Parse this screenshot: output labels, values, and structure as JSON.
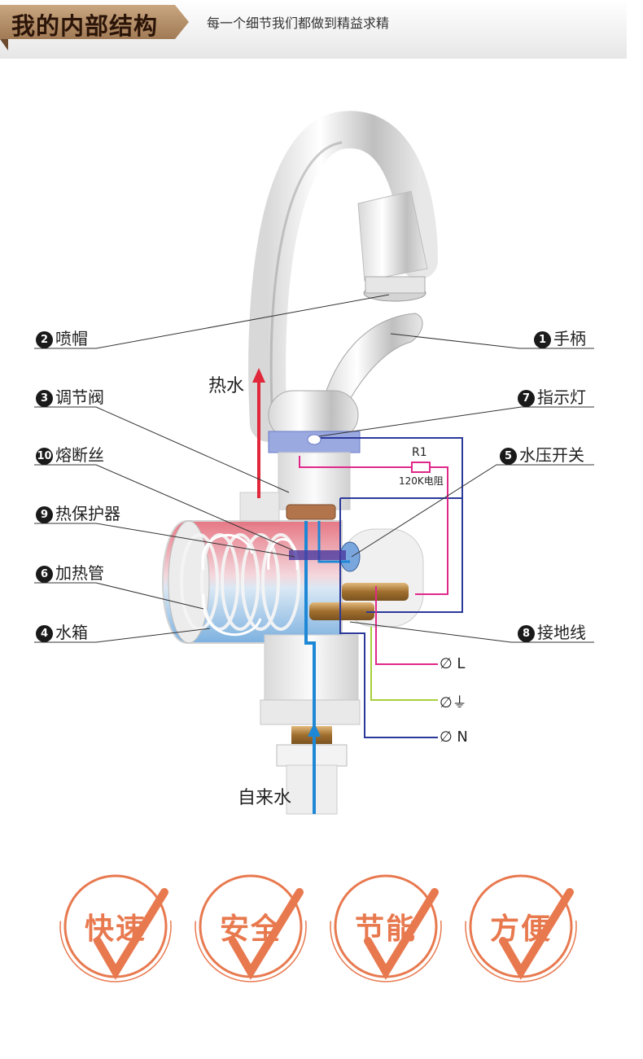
{
  "header": {
    "title": "我的内部结构",
    "subtitle": "每一个细节我们都做到精益求精"
  },
  "labels": [
    {
      "num": "2",
      "text": "喷帽"
    },
    {
      "num": "1",
      "text": "手柄"
    },
    {
      "num": "7",
      "text": "指示灯"
    },
    {
      "num": "3",
      "text": "调节阀"
    },
    {
      "num": "10",
      "text": "熔断丝"
    },
    {
      "num": "5",
      "text": "水压开关"
    },
    {
      "num": "9",
      "text": "热保护器"
    },
    {
      "num": "6",
      "text": "加热管"
    },
    {
      "num": "4",
      "text": "水箱"
    },
    {
      "num": "8",
      "text": "接地线"
    }
  ],
  "flow": {
    "hot_water": "热水",
    "tap_water": "自来水"
  },
  "resistor": {
    "name": "R1",
    "desc": "120K电阻"
  },
  "wires": {
    "live": "∅ L",
    "ground": "∅⏚",
    "neutral": "∅ N"
  },
  "badges": [
    "快速",
    "安全",
    "节能",
    "方便"
  ],
  "colors": {
    "hot": "#e0283a",
    "cold": "#1e88d6",
    "live_wire": "#e0288a",
    "neutral_wire": "#2b3a9a",
    "ground_wire": "#a8cf3c",
    "badge": "#e8794f",
    "header_tag": "#b08a62"
  }
}
